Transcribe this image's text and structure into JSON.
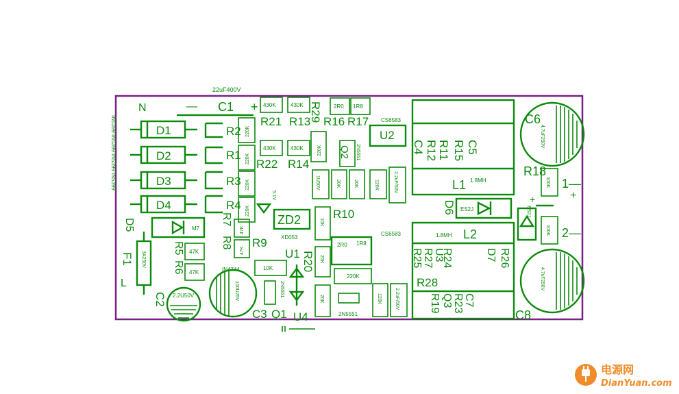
{
  "board_header": "22uF400V",
  "side_note": "IN5399 IN5399 IN5399 IN5399",
  "bottom_part": "IN4744",
  "labels": {
    "N": "N",
    "minus": "—",
    "C1": "C1",
    "plus": "+",
    "D1": "D1",
    "D2": "D2",
    "D3": "D3",
    "D4": "D4",
    "D5": "D5",
    "D6": "D6",
    "D7": "D7",
    "F1": "F1",
    "L_ref": "L",
    "C2": "C2",
    "C3": "C3",
    "Q1": "Q1",
    "U4": "U4",
    "U1": "U1",
    "U2": "U2",
    "U3": "U3",
    "R2": "R2",
    "R1": "R1",
    "R3": "R3",
    "R4": "R4",
    "R7": "R7",
    "R8": "R8",
    "R9": "R9",
    "R5": "R5",
    "R6": "R6",
    "R10": "R10",
    "R13": "R13",
    "R14": "R14",
    "R16": "R16",
    "R17": "R17",
    "R18": "R18",
    "R20": "R20",
    "R21": "R21",
    "R22": "R22",
    "R29": "R29",
    "ZD2": "ZD2",
    "Q2": "Q2",
    "C4": "C4",
    "C5": "C5",
    "R11": "R11",
    "R12": "R12",
    "R15": "R15",
    "L1": "L1",
    "L2": "L2",
    "C6": "C6",
    "C8": "C8",
    "C7": "C7",
    "R19": "R19",
    "R23": "R23",
    "R24": "R24",
    "R25": "R25",
    "R26": "R26",
    "R27": "R27",
    "R28": "R28",
    "Q3": "Q3",
    "out1": "1—",
    "out1b": "+",
    "out2": "2—",
    "out2b": "+"
  },
  "values": {
    "r430_1": "430K",
    "r430_2": "430K",
    "r430_3": "430K",
    "r430_4": "430K",
    "r220_1": "220K",
    "r220_2": "220K",
    "r220_3": "220K",
    "r220_4": "220K",
    "r220_q": "220K",
    "r220_b": "220K",
    "r47_1": "47K",
    "r47_2": "47K",
    "r47_3": "47K",
    "r47_4": "47K",
    "r2r0_1": "2R0",
    "r1r8_1": "1R8",
    "r2r0_2": "2R0",
    "r1r8_2": "1R8",
    "r10k_1": "10K",
    "r10k_2": "10K",
    "r20k_1": "20K",
    "r20k_2": "20K",
    "r20k_3": "20K",
    "r20k_4": "20K",
    "r120k_1": "120K",
    "r120k_2": "120K",
    "r100k_1": "100K",
    "r100k_2": "100K",
    "zener": "5.1V",
    "c_1u": "1U50V",
    "c22_1": "2.2uF/50V",
    "c22_2": "2.2uF/50V",
    "c22_3": "2.2U50V",
    "cs1": "CS6583",
    "cs2": "CS6583",
    "xd": "XD053",
    "q_2n1": "2N5551",
    "q_2n2": "2N5551",
    "q_2n3": "2N5551",
    "l1mh_1": "1.8MH",
    "l1mh_2": "1.8MH",
    "es1": "ES2J",
    "es2": "ES2J",
    "m7": "M7",
    "fuse": "3A250V",
    "c100": "100U25V",
    "c47_1": "4.7uF250V",
    "c47_2": "4.7uF250V"
  },
  "watermark": {
    "name": "电源网",
    "url": "DianYuan.com",
    "accent": "#f08c2a"
  },
  "colors": {
    "silk": "#0a8a0a",
    "outline": "#7a1f86"
  }
}
